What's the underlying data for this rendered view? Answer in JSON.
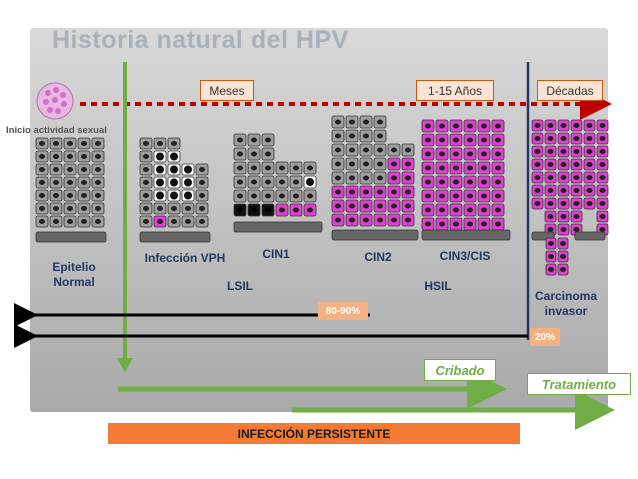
{
  "title": "Historia natural del HPV",
  "timeline": {
    "meses": "Meses",
    "anos": "1-15 Años",
    "decadas": "Décadas"
  },
  "inicio": "Inicio actividad sexual",
  "stages": {
    "epitelio": "Epitelio Normal",
    "infeccion": "Infección VPH",
    "cin1": "CIN1",
    "cin2": "CIN2",
    "cin3": "CIN3/CIS",
    "carcinoma": "Carcinoma invasor"
  },
  "groups": {
    "lsil": "LSIL",
    "hsil": "HSIL"
  },
  "regression": {
    "high": "80-90%",
    "low": "20%"
  },
  "cribado": "Cribado",
  "tratamiento": "Tratamiento",
  "persistente": "INFECCIÓN PERSISTENTE",
  "colors": {
    "cell_normal": "#9e9e9e",
    "cell_dysplastic": "#e040d0",
    "arrow_green": "#70ad47",
    "arrow_red": "#c00000"
  }
}
